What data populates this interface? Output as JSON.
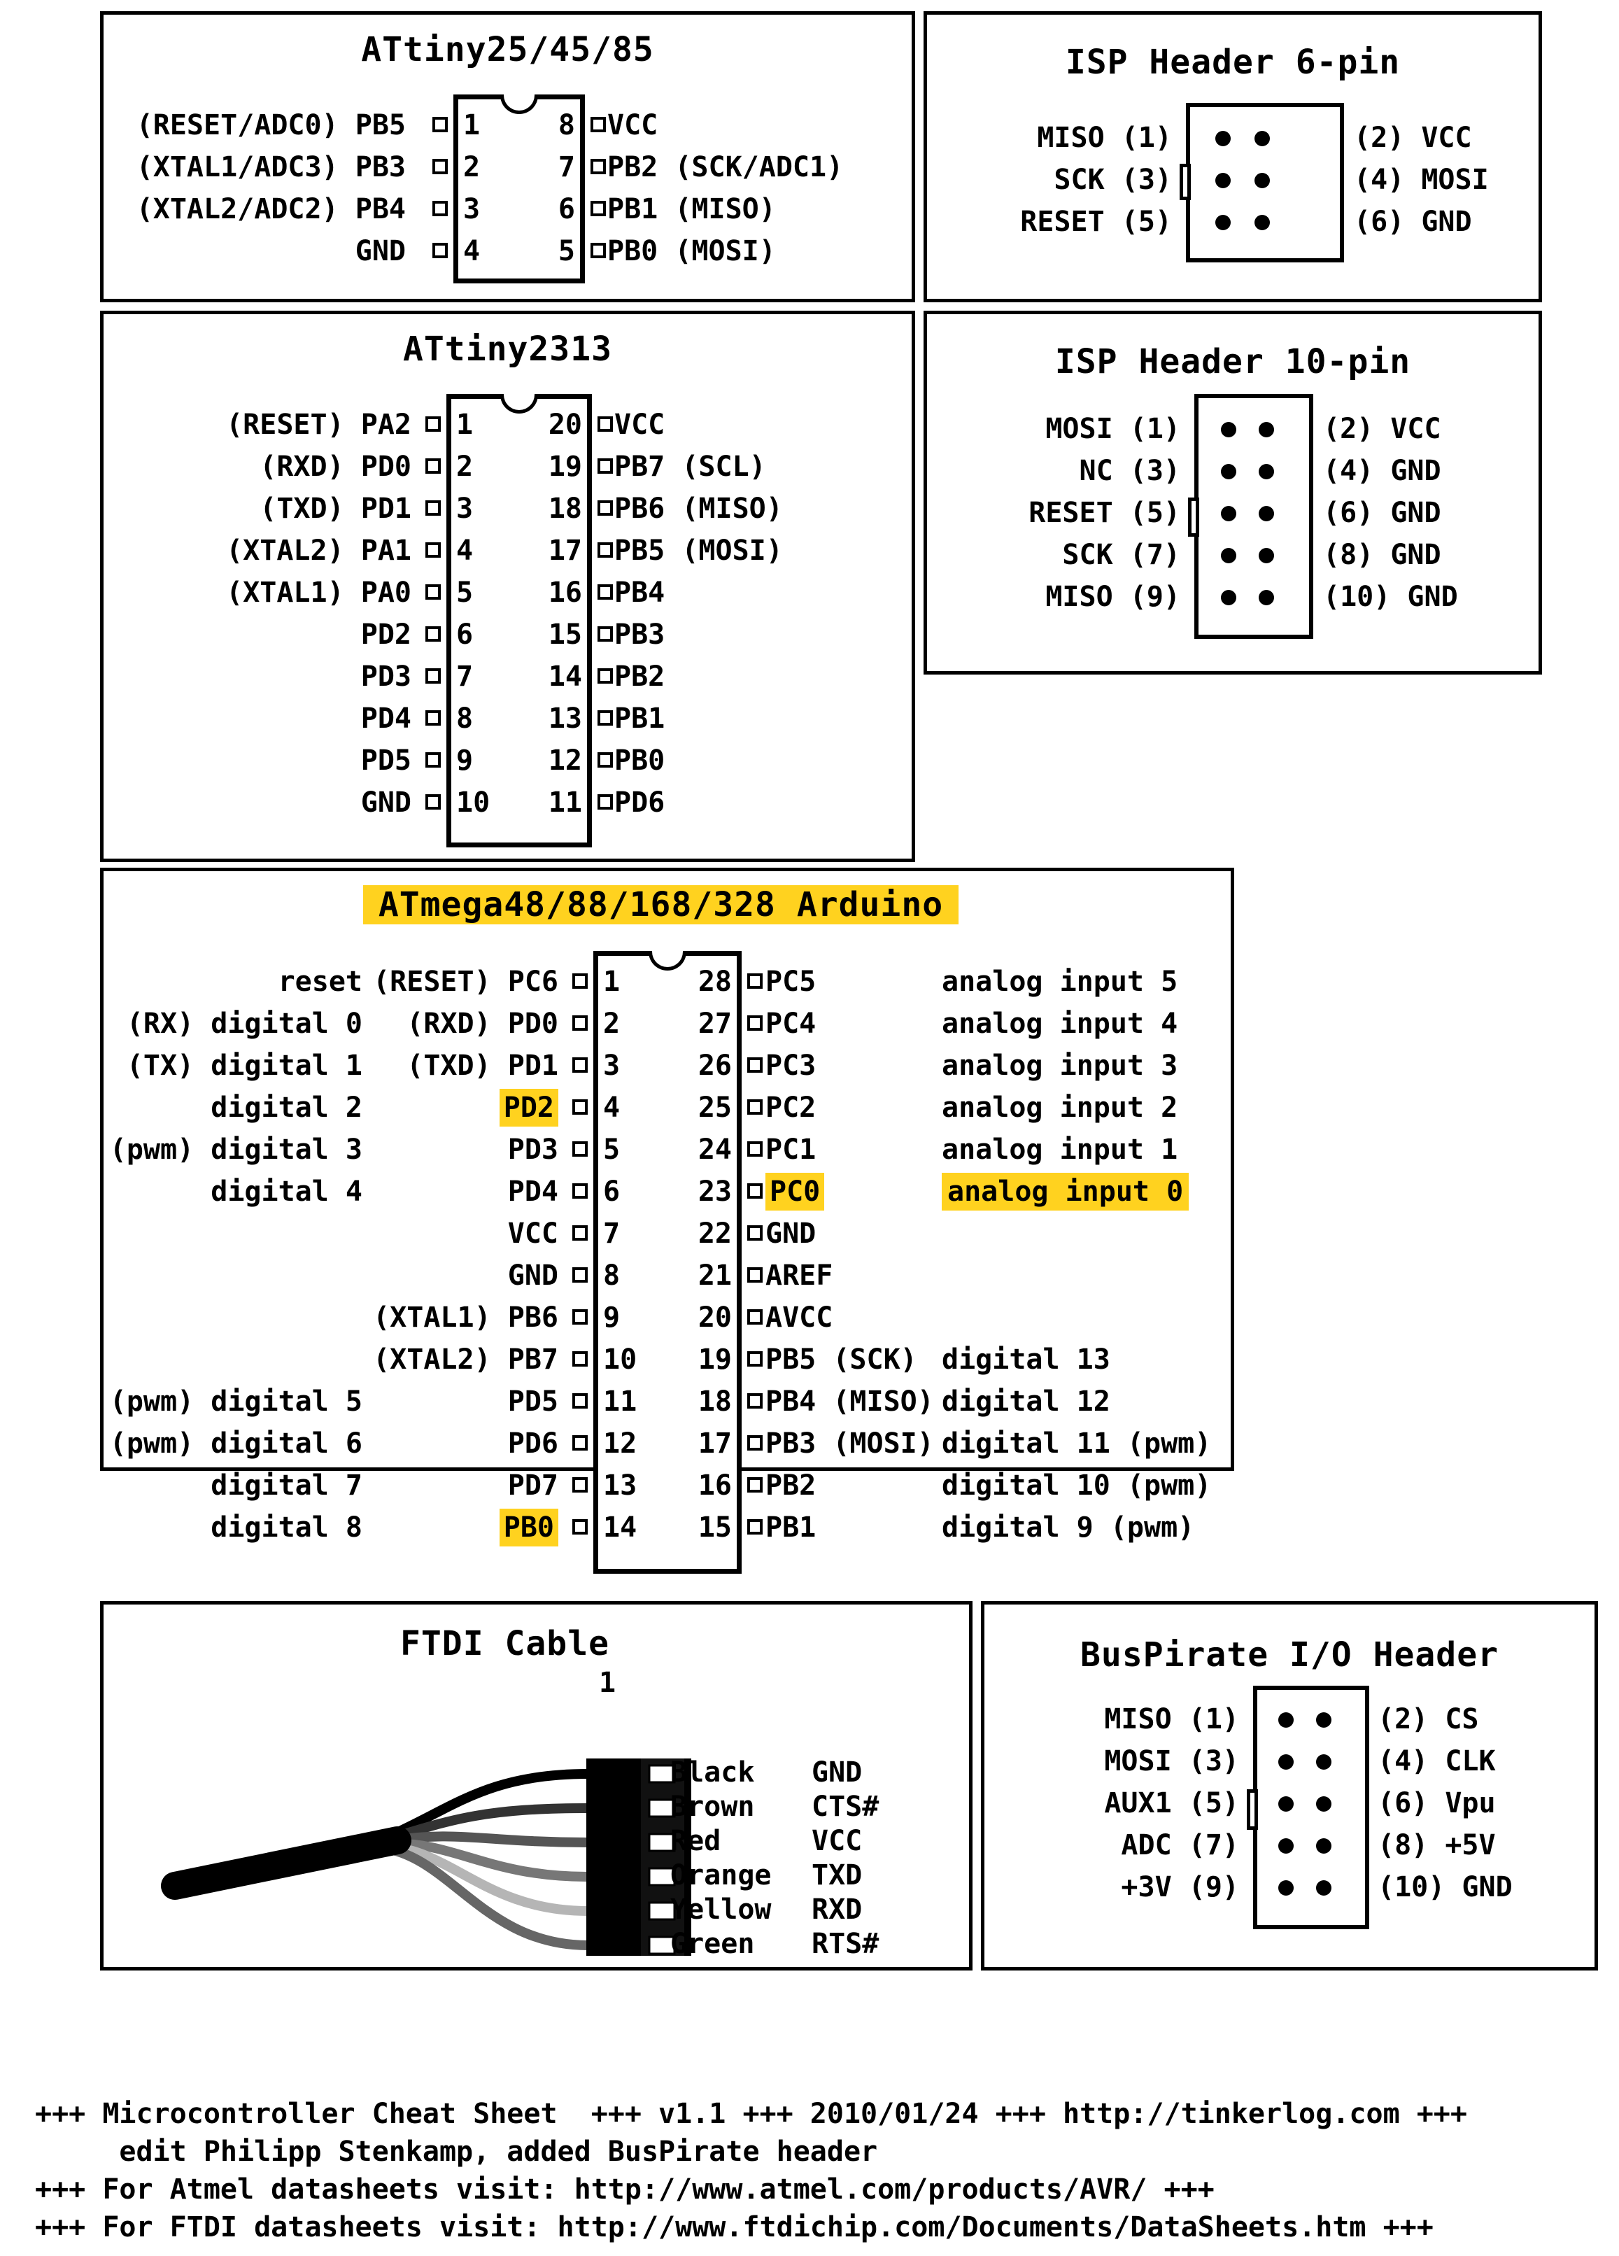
{
  "attiny85": {
    "title": "ATtiny25/45/85",
    "left": [
      {
        "label": "(RESET/ADC0) PB5",
        "num": "1"
      },
      {
        "label": "(XTAL1/ADC3) PB3",
        "num": "2"
      },
      {
        "label": "(XTAL2/ADC2) PB4",
        "num": "3"
      },
      {
        "label": "GND",
        "num": "4"
      }
    ],
    "right": [
      {
        "label": "VCC",
        "num": "8"
      },
      {
        "label": "PB2 (SCK/ADC1)",
        "num": "7"
      },
      {
        "label": "PB1 (MISO)",
        "num": "6"
      },
      {
        "label": "PB0 (MOSI)",
        "num": "5"
      }
    ]
  },
  "attiny2313": {
    "title": "ATtiny2313",
    "left": [
      {
        "label": "(RESET) PA2",
        "num": "1"
      },
      {
        "label": "(RXD) PD0",
        "num": "2"
      },
      {
        "label": "(TXD) PD1",
        "num": "3"
      },
      {
        "label": "(XTAL2) PA1",
        "num": "4"
      },
      {
        "label": "(XTAL1) PA0",
        "num": "5"
      },
      {
        "label": "PD2",
        "num": "6"
      },
      {
        "label": "PD3",
        "num": "7"
      },
      {
        "label": "PD4",
        "num": "8"
      },
      {
        "label": "PD5",
        "num": "9"
      },
      {
        "label": "GND",
        "num": "10"
      }
    ],
    "right": [
      {
        "label": "VCC",
        "num": "20"
      },
      {
        "label": "PB7 (SCL)",
        "num": "19"
      },
      {
        "label": "PB6 (MISO)",
        "num": "18"
      },
      {
        "label": "PB5 (MOSI)",
        "num": "17"
      },
      {
        "label": "PB4",
        "num": "16"
      },
      {
        "label": "PB3",
        "num": "15"
      },
      {
        "label": "PB2",
        "num": "14"
      },
      {
        "label": "PB1",
        "num": "13"
      },
      {
        "label": "PB0",
        "num": "12"
      },
      {
        "label": "PD6",
        "num": "11"
      }
    ]
  },
  "isp6": {
    "title": "ISP Header 6-pin",
    "left": [
      "MISO (1)",
      "SCK (3)",
      "RESET (5)"
    ],
    "right": [
      "(2) VCC",
      "(4) MOSI",
      "(6) GND"
    ]
  },
  "isp10": {
    "title": "ISP Header 10-pin",
    "left": [
      "MOSI (1)",
      "NC (3)",
      "RESET (5)",
      "SCK (7)",
      "MISO (9)"
    ],
    "right": [
      "(2) VCC",
      "(4) GND",
      "(6) GND",
      "(8) GND",
      "(10) GND"
    ]
  },
  "atmega": {
    "title": "ATmega48/88/168/328 Arduino",
    "highlight_color": "#ffd21f",
    "left": [
      {
        "arduino": "reset",
        "pin": "(RESET) PC6",
        "num": "1",
        "hl": false
      },
      {
        "arduino": "(RX) digital 0",
        "pin": "(RXD) PD0",
        "num": "2",
        "hl": false
      },
      {
        "arduino": "(TX) digital 1",
        "pin": "(TXD) PD1",
        "num": "3",
        "hl": false
      },
      {
        "arduino": "digital 2",
        "pin": "PD2",
        "num": "4",
        "hl": true
      },
      {
        "arduino": "(pwm) digital 3",
        "pin": "PD3",
        "num": "5",
        "hl": false
      },
      {
        "arduino": "digital 4",
        "pin": "PD4",
        "num": "6",
        "hl": false
      },
      {
        "arduino": "",
        "pin": "VCC",
        "num": "7",
        "hl": false
      },
      {
        "arduino": "",
        "pin": "GND",
        "num": "8",
        "hl": false
      },
      {
        "arduino": "",
        "pin": "(XTAL1) PB6",
        "num": "9",
        "hl": false
      },
      {
        "arduino": "",
        "pin": "(XTAL2) PB7",
        "num": "10",
        "hl": false
      },
      {
        "arduino": "(pwm) digital 5",
        "pin": "PD5",
        "num": "11",
        "hl": false
      },
      {
        "arduino": "(pwm) digital 6",
        "pin": "PD6",
        "num": "12",
        "hl": false
      },
      {
        "arduino": "digital 7",
        "pin": "PD7",
        "num": "13",
        "hl": false
      },
      {
        "arduino": "digital 8",
        "pin": "PB0",
        "num": "14",
        "hl": true
      }
    ],
    "right": [
      {
        "num": "28",
        "pin": "PC5",
        "arduino": "analog input 5",
        "hl": false
      },
      {
        "num": "27",
        "pin": "PC4",
        "arduino": "analog input 4",
        "hl": false
      },
      {
        "num": "26",
        "pin": "PC3",
        "arduino": "analog input 3",
        "hl": false
      },
      {
        "num": "25",
        "pin": "PC2",
        "arduino": "analog input 2",
        "hl": false
      },
      {
        "num": "24",
        "pin": "PC1",
        "arduino": "analog input 1",
        "hl": false
      },
      {
        "num": "23",
        "pin": "PC0",
        "arduino": "analog input 0",
        "hl": true
      },
      {
        "num": "22",
        "pin": "GND",
        "arduino": "",
        "hl": false
      },
      {
        "num": "21",
        "pin": "AREF",
        "arduino": "",
        "hl": false
      },
      {
        "num": "20",
        "pin": "AVCC",
        "arduino": "",
        "hl": false
      },
      {
        "num": "19",
        "pin": "PB5 (SCK)",
        "arduino": "digital 13",
        "hl": false
      },
      {
        "num": "18",
        "pin": "PB4 (MISO)",
        "arduino": "digital 12",
        "hl": false
      },
      {
        "num": "17",
        "pin": "PB3 (MOSI)",
        "arduino": "digital 11 (pwm)",
        "hl": false
      },
      {
        "num": "16",
        "pin": "PB2",
        "arduino": "digital 10 (pwm)",
        "hl": false
      },
      {
        "num": "15",
        "pin": "PB1",
        "arduino": "digital 9 (pwm)",
        "hl": false
      }
    ]
  },
  "ftdi": {
    "title": "FTDI Cable",
    "pin1_label": "1",
    "wires": [
      {
        "color_name": "Black",
        "signal": "GND",
        "hex": "#000000"
      },
      {
        "color_name": "Brown",
        "signal": "CTS#",
        "hex": "#333333"
      },
      {
        "color_name": "Red",
        "signal": "VCC",
        "hex": "#555555"
      },
      {
        "color_name": "Orange",
        "signal": "TXD",
        "hex": "#777777"
      },
      {
        "color_name": "Yellow",
        "signal": "RXD",
        "hex": "#b5b5b5"
      },
      {
        "color_name": "Green",
        "signal": "RTS#",
        "hex": "#666666"
      }
    ]
  },
  "buspirate": {
    "title": "BusPirate I/O Header",
    "left": [
      "MISO (1)",
      "MOSI (3)",
      "AUX1 (5)",
      "ADC (7)",
      "+3V (9)"
    ],
    "right": [
      "(2) CS",
      "(4) CLK",
      "(6) Vpu",
      "(8) +5V",
      "(10) GND"
    ]
  },
  "footer": {
    "line1": "+++ Microcontroller Cheat Sheet  +++ v1.1 +++ 2010/01/24 +++ http://tinkerlog.com +++",
    "line2": "     edit Philipp Stenkamp, added BusPirate header",
    "line3": "+++ For Atmel datasheets visit: http://www.atmel.com/products/AVR/ +++",
    "line4": "+++ For FTDI datasheets visit: http://www.ftdichip.com/Documents/DataSheets.htm +++"
  }
}
